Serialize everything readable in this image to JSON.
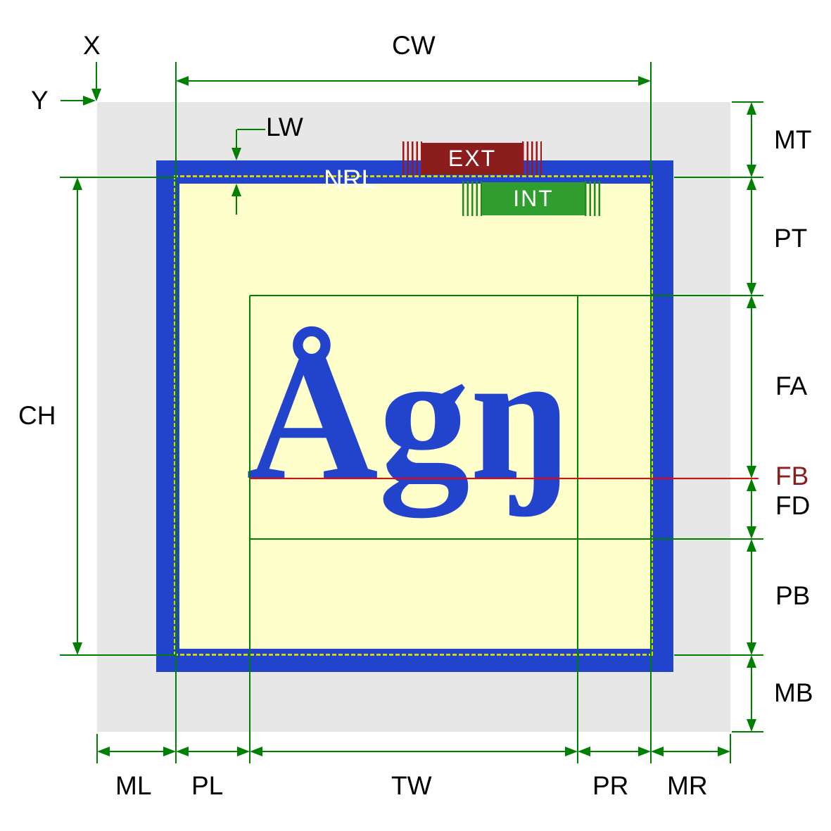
{
  "diagram": {
    "description": "Text box model and font metrics diagram",
    "glyph_sample": "Ågŋ",
    "labels": {
      "x": "X",
      "y": "Y",
      "cw": "CW",
      "ch": "CH",
      "lw": "LW",
      "nrl": "NRL",
      "ext": "EXT",
      "int": "INT",
      "mt": "MT",
      "pt": "PT",
      "fa": "FA",
      "fb": "FB",
      "fd": "FD",
      "pb": "PB",
      "mb": "MB",
      "ml": "ML",
      "pl": "PL",
      "tw": "TW",
      "pr": "PR",
      "mr": "MR"
    },
    "colors": {
      "margin_area": "#e7e7e7",
      "border": "#2244cc",
      "padding_area": "#ffffcc",
      "dimension_lines": "#008000",
      "baseline_line": "#ff0000",
      "nrl_dashes": "#d4d400",
      "ext_badge": "#8b1d1d",
      "int_badge": "#2f9e2f",
      "fb_label": "#8b1d1d",
      "glyph_color": "#2244cc"
    }
  }
}
